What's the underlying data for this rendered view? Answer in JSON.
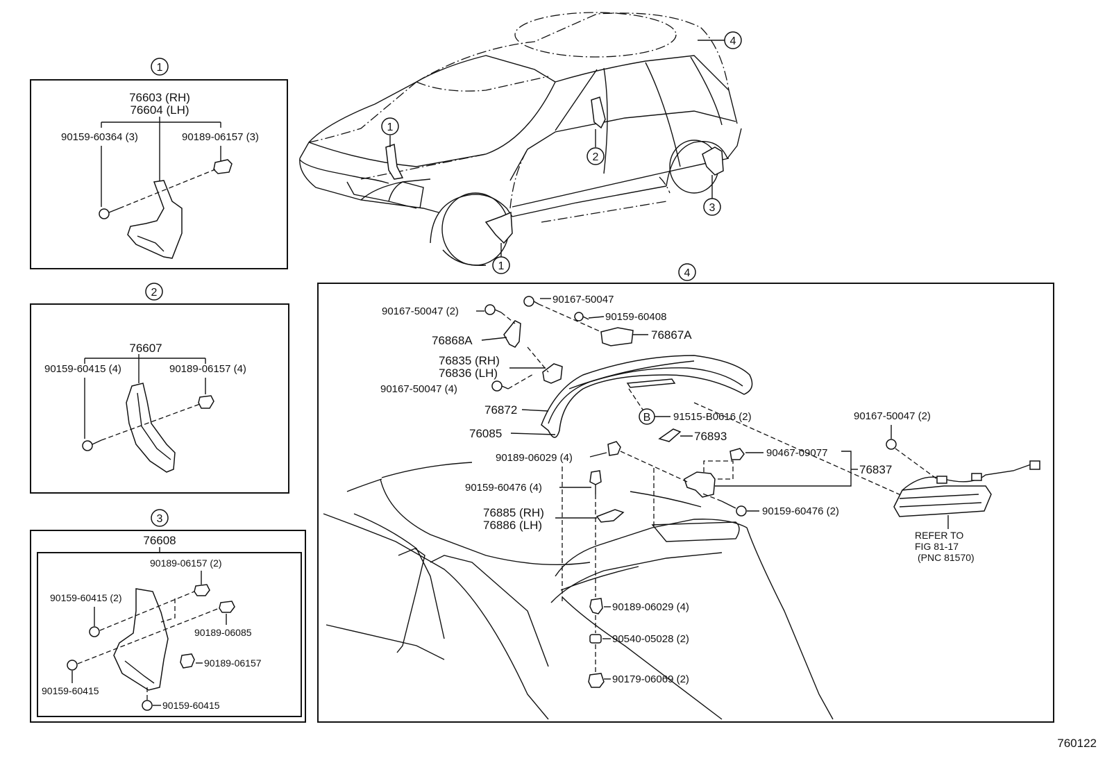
{
  "figure_id": "760122",
  "callouts": [
    "1",
    "2",
    "3",
    "4"
  ],
  "group1": {
    "number": "1",
    "part_main_rh": "76603 (RH)",
    "part_main_lh": "76604 (LH)",
    "screw": "90159-60364 (3)",
    "clip": "90189-06157 (3)"
  },
  "group2": {
    "number": "2",
    "part_main": "76607",
    "screw": "90159-60415 (4)",
    "clip": "90189-06157 (4)"
  },
  "group3": {
    "number": "3",
    "part_main": "76608",
    "clip_a": "90189-06157 (2)",
    "screw_a": "90159-60415 (2)",
    "clip_b": "90189-06085",
    "screw_b": "90159-60415",
    "clip_c": "90189-06157",
    "screw_c": "90159-60415"
  },
  "group4": {
    "number": "4",
    "bolt_a": "90167-50047 (2)",
    "bolt_b": "90167-50047",
    "screw_a": "90159-60408",
    "bracket_a": "76868A",
    "bracket_b": "76867A",
    "hinge_rh": "76835 (RH)",
    "hinge_lh": "76836 (LH)",
    "bolt_c": "90167-50047 (4)",
    "spoiler": "76872",
    "spoiler_base": "76085",
    "tape_marker": "B",
    "tape": "91515-B0616 (2)",
    "pad": "76893",
    "clip_a": "90189-06029 (4)",
    "clip_b": "90467-09077",
    "lamp_assy": "76837",
    "bolt_d": "90167-50047 (2)",
    "screw_b": "90159-60476 (4)",
    "screw_c": "90159-60476 (2)",
    "stay_rh": "76885 (RH)",
    "stay_lh": "76886 (LH)",
    "clip_c": "90189-06029 (4)",
    "nut_a": "90540-05028 (2)",
    "nut_b": "90179-06069 (2)",
    "refer_1": "REFER TO",
    "refer_2": "FIG 81-17",
    "refer_3": "(PNC 81570)"
  }
}
